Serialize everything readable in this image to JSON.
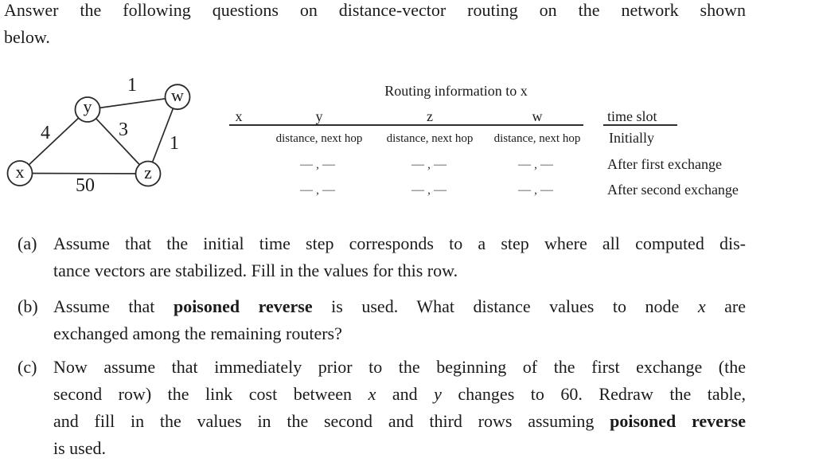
{
  "intro": {
    "line1": "Answer the following questions on distance-vector routing on the network shown",
    "line2": "below."
  },
  "diagram": {
    "nodes": [
      {
        "id": "y",
        "label": "y"
      },
      {
        "id": "w",
        "label": "w"
      },
      {
        "id": "x",
        "label": "x"
      },
      {
        "id": "z",
        "label": "z"
      }
    ],
    "edges": [
      {
        "from": "y",
        "to": "w",
        "cost": "1"
      },
      {
        "from": "x",
        "to": "y",
        "cost": "4"
      },
      {
        "from": "y",
        "to": "z",
        "cost": "3"
      },
      {
        "from": "w",
        "to": "z",
        "cost": "1"
      },
      {
        "from": "x",
        "to": "z",
        "cost": "50"
      }
    ]
  },
  "table": {
    "title": "Routing information to x",
    "col_x": "x",
    "col_y": "y",
    "col_z": "z",
    "col_w": "w",
    "time_slot_header": "time slot",
    "subheader": "distance, next hop",
    "placeholder": "— , —",
    "row1_label": "Initially",
    "row2_label": "After first exchange",
    "row3_label": "After second exchange"
  },
  "questions": {
    "a": {
      "label": "(a)",
      "line1": "Assume that the initial time step corresponds to a step where all computed dis-",
      "line2": "tance vectors are stabilized. Fill in the values for this row."
    },
    "b": {
      "label": "(b)",
      "line1_pre": "Assume that ",
      "line1_bold": "poisoned reverse",
      "line1_mid": " is used. What distance values to node ",
      "line1_math": "x",
      "line1_post": " are",
      "line2": "exchanged among the remaining routers?"
    },
    "c": {
      "label": "(c)",
      "line1": "Now assume that immediately prior to the beginning of the first exchange (the",
      "line2_pre": "second row) the link cost between ",
      "line2_math1": "x",
      "line2_mid": " and ",
      "line2_math2": "y",
      "line2_post": " changes to 60. Redraw the table,",
      "line3_pre": "and fill in the values in the second and third rows assuming ",
      "line3_bold": "poisoned reverse",
      "line4": "is used."
    }
  }
}
